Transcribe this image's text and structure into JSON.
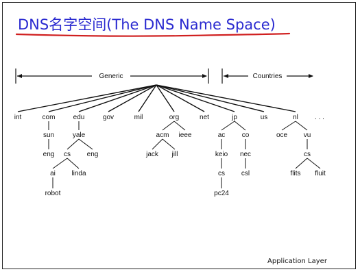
{
  "slide": {
    "title": "DNS名字空间(The DNS Name Space)",
    "footer": "Application Layer",
    "accent_color": "#2a2ad0",
    "underline_color": "#d02020"
  },
  "diagram": {
    "groups": [
      {
        "id": "generic",
        "label": "Generic"
      },
      {
        "id": "countries",
        "label": "Countries"
      }
    ],
    "top_level_domains": [
      {
        "id": "int",
        "label": "int",
        "group": "generic"
      },
      {
        "id": "com",
        "label": "com",
        "group": "generic"
      },
      {
        "id": "edu",
        "label": "edu",
        "group": "generic"
      },
      {
        "id": "gov",
        "label": "gov",
        "group": "generic"
      },
      {
        "id": "mil",
        "label": "mil",
        "group": "generic"
      },
      {
        "id": "org",
        "label": "org",
        "group": "generic"
      },
      {
        "id": "net",
        "label": "net",
        "group": "generic"
      },
      {
        "id": "jp",
        "label": "jp",
        "group": "countries"
      },
      {
        "id": "us",
        "label": "us",
        "group": "countries"
      },
      {
        "id": "nl",
        "label": "nl",
        "group": "countries"
      },
      {
        "id": "more",
        "label": ". . .",
        "group": "countries"
      }
    ],
    "subdomains": [
      {
        "id": "sun",
        "label": "sun",
        "parent": "com"
      },
      {
        "id": "eng1",
        "label": "eng",
        "parent": "sun"
      },
      {
        "id": "yale",
        "label": "yale",
        "parent": "edu"
      },
      {
        "id": "cs1",
        "label": "cs",
        "parent": "yale"
      },
      {
        "id": "eng2",
        "label": "eng",
        "parent": "yale"
      },
      {
        "id": "ai",
        "label": "ai",
        "parent": "cs1"
      },
      {
        "id": "linda",
        "label": "linda",
        "parent": "cs1"
      },
      {
        "id": "robot",
        "label": "robot",
        "parent": "ai"
      },
      {
        "id": "acm",
        "label": "acm",
        "parent": "org"
      },
      {
        "id": "ieee",
        "label": "ieee",
        "parent": "org"
      },
      {
        "id": "jack",
        "label": "jack",
        "parent": "acm"
      },
      {
        "id": "jill",
        "label": "jill",
        "parent": "acm"
      },
      {
        "id": "ac",
        "label": "ac",
        "parent": "jp"
      },
      {
        "id": "co",
        "label": "co",
        "parent": "jp"
      },
      {
        "id": "keio",
        "label": "keio",
        "parent": "ac"
      },
      {
        "id": "nec",
        "label": "nec",
        "parent": "co"
      },
      {
        "id": "cs2",
        "label": "cs",
        "parent": "keio"
      },
      {
        "id": "csl",
        "label": "csl",
        "parent": "nec"
      },
      {
        "id": "pc24",
        "label": "pc24",
        "parent": "cs2"
      },
      {
        "id": "oce",
        "label": "oce",
        "parent": "nl"
      },
      {
        "id": "vu",
        "label": "vu",
        "parent": "nl"
      },
      {
        "id": "cs3",
        "label": "cs",
        "parent": "vu"
      },
      {
        "id": "flits",
        "label": "flits",
        "parent": "cs3"
      },
      {
        "id": "fluit",
        "label": "fluit",
        "parent": "cs3"
      }
    ]
  }
}
